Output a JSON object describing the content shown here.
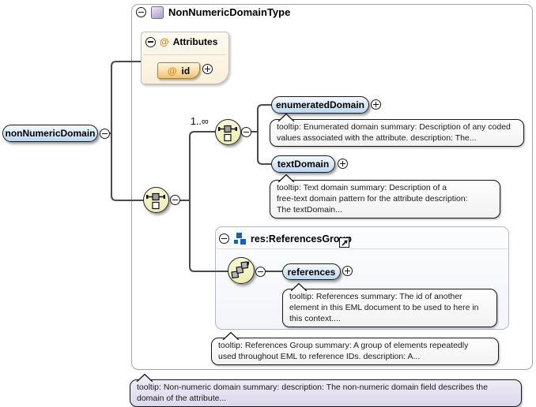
{
  "diagram": {
    "type_title": "NonNumericDomainType",
    "root": {
      "name": "nonNumericDomain",
      "tooltip": "tooltip: Non-numeric domain summary: description: The non-numeric domain field describes the\ndomain of the attribute..."
    },
    "attributes": {
      "at_symbol": "@",
      "title": "Attributes",
      "items": [
        {
          "name": "id"
        }
      ]
    },
    "occurrence": "1..∞",
    "elements": [
      {
        "name": "enumeratedDomain",
        "tooltip": "tooltip: Enumerated domain summary: Description of any coded\nvalues associated with the attribute. description: The..."
      },
      {
        "name": "textDomain",
        "tooltip": "tooltip: Text domain summary: Description of a\nfree-text domain pattern for the attribute description:\nThe textDomain..."
      }
    ],
    "references_group": {
      "title": "res:ReferencesGroup",
      "tooltip": "tooltip: References Group summary: A group of elements repeatedly\nused throughout EML to reference IDs. description: A...",
      "elements": [
        {
          "name": "references",
          "tooltip": "tooltip: References summary: The id of another\nelement in this EML document to be used to here in\nthis context...."
        }
      ]
    },
    "colors": {
      "element_fill": "#bcd7f1",
      "compositor_fill": "#f3f3c6",
      "attributes_fill": "#faf0da",
      "attribute_pill_fill": "#f0c174",
      "at_symbol_orange": "#e8820c",
      "complex_type_icon_purple": "#b2a3d2",
      "group_icon_blue": "#1d5fa5",
      "tooltip_lavender": "#ddd8ec",
      "connector_gray": "#4a4a4a"
    }
  }
}
